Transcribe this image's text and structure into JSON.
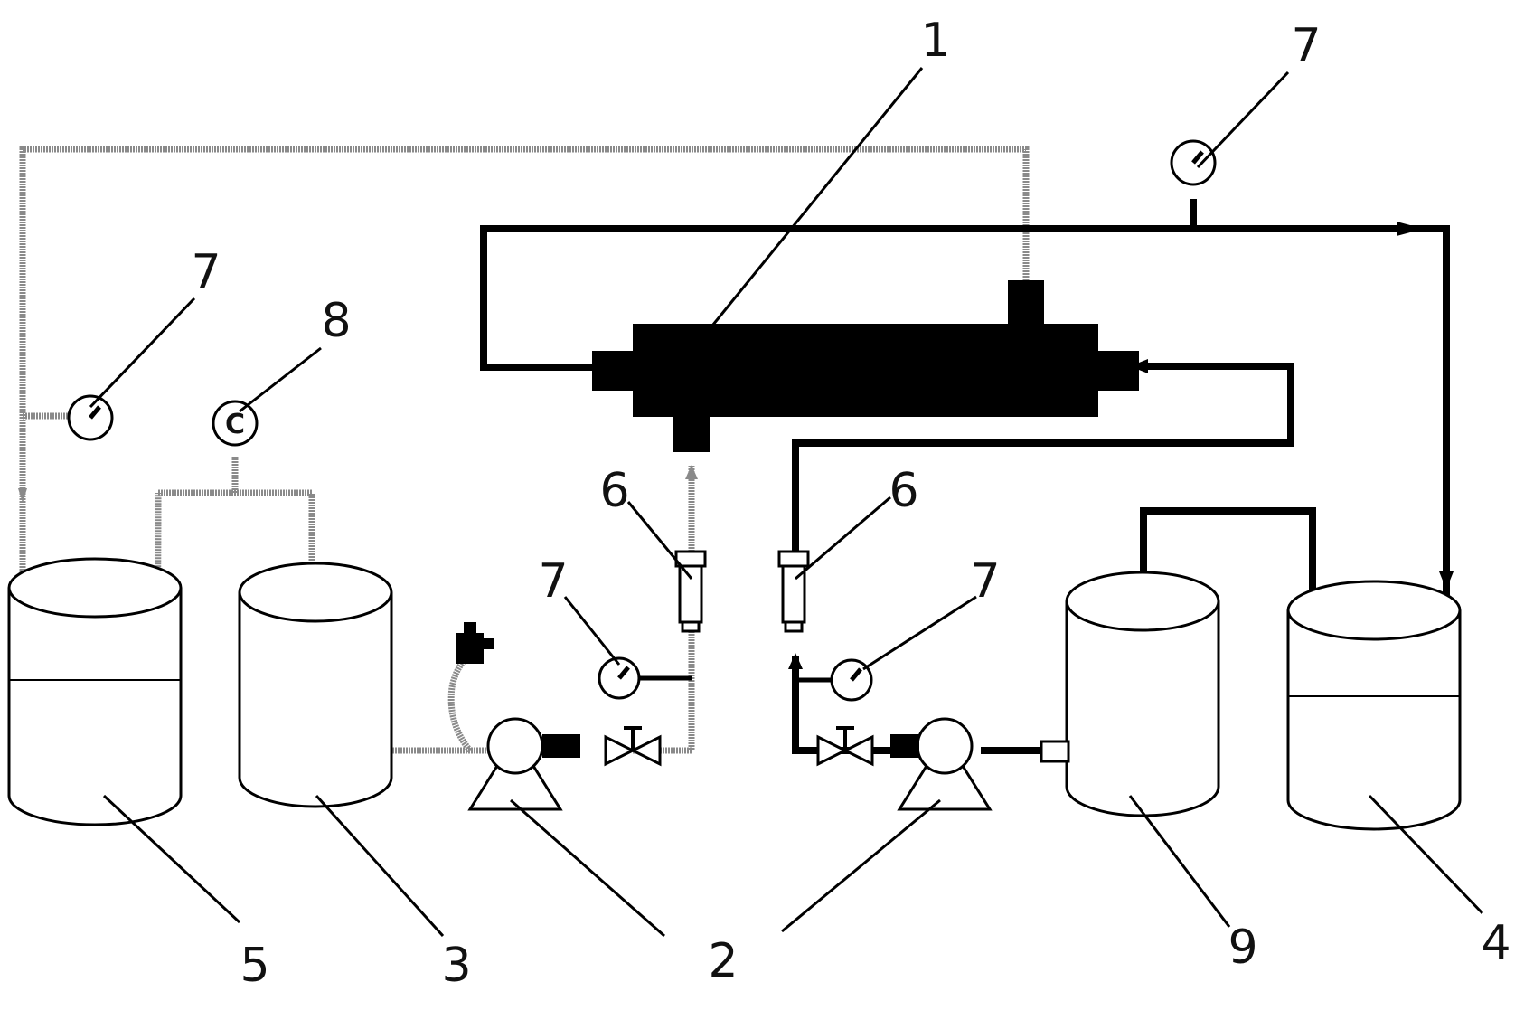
{
  "labels": {
    "membrane_module": "1",
    "pump": "2",
    "feed_tank": "3",
    "draw_tank": "4",
    "heating_tank": "5",
    "flowmeter_left": "6",
    "flowmeter_right": "6",
    "gauge_top": "7",
    "gauge_left": "7",
    "gauge_mid_left": "7",
    "gauge_mid_right": "7",
    "conductivity_meter": "8",
    "draw_reservoir": "9"
  },
  "conductivity_symbol": "C",
  "colors": {
    "line": "#000000",
    "grey_tube": "#8a8a8a",
    "background": "#ffffff"
  }
}
